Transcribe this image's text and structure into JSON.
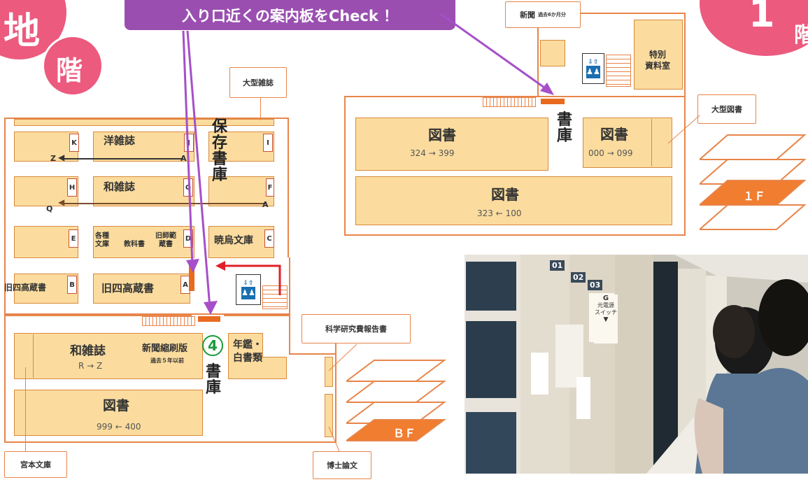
{
  "floor_badge_left": {
    "big_char": "地",
    "small_char": "階"
  },
  "floor_badge_right": {
    "big_char": "1",
    "small_char": "階"
  },
  "banner": "入り口近くの案内板をCheck ！",
  "colors": {
    "accent_pink": "#ec5a7e",
    "banner_purple": "#9a4fb0",
    "room_fill": "#fbdc9e",
    "wall_orange": "#e8854a",
    "arrow_purple": "#a64fc9",
    "arrow_red": "#e21f26",
    "marker_green": "#1a9b3c"
  },
  "basement": {
    "label_oogata_zasshi": "大型雑誌",
    "rooms": {
      "yozasshi": "洋雑誌",
      "wazasshi_top": "和雑誌",
      "kakushu": "各種\n文庫",
      "kyokasho": "教科書",
      "kyushihan": "旧師範\n蔵書",
      "gyouu": "暁烏文庫",
      "kyushiko_left": "旧四高蔵書",
      "kyushiko_mid": "旧四高蔵書",
      "wazasshi_bottom": "和雑誌",
      "wazasshi_range": "R → Z",
      "shinbun": "新聞縮刷版",
      "shinbun_note": "過去５年以前",
      "nenkan": "年鑑・\n白書類",
      "tosho": "図書",
      "tosho_range": "999 ← 400"
    },
    "letters": {
      "K": "K",
      "J": "J",
      "I": "I",
      "H": "H",
      "G": "G",
      "F": "F",
      "E": "E",
      "D": "D",
      "C": "C",
      "B": "B",
      "A1": "A",
      "A2": "A",
      "A3": "A"
    },
    "row_labels": {
      "Z": "Z",
      "Q": "Q"
    },
    "hozon_shoko": "保\n存\n書\n庫",
    "shoko_4": "書\n庫",
    "marker_number": "4",
    "labels": {
      "kagaku": "科学研究費報告書",
      "hakase": "博士論文",
      "miyamoto": "宮本文庫"
    },
    "floor_stack_label": "ＢＦ"
  },
  "first_floor": {
    "shinbun": "新聞",
    "shinbun_note": "過去6か月分",
    "tokubetsu": "特別\n資料室",
    "shoko": "書\n庫",
    "tosho_a": "図書",
    "tosho_a_range": "324 → 399",
    "tosho_b": "図書",
    "tosho_b_range": "000 → 099",
    "tosho_c": "図書",
    "tosho_c_range": "323 ← 100",
    "oogata_tosho": "大型図書",
    "floor_stack_label": "１Ｆ"
  },
  "photo": {
    "sign_letter": "G",
    "sign_sub": "元電源\nスイッチ",
    "shelf_numbers": [
      "01",
      "02",
      "03"
    ]
  }
}
